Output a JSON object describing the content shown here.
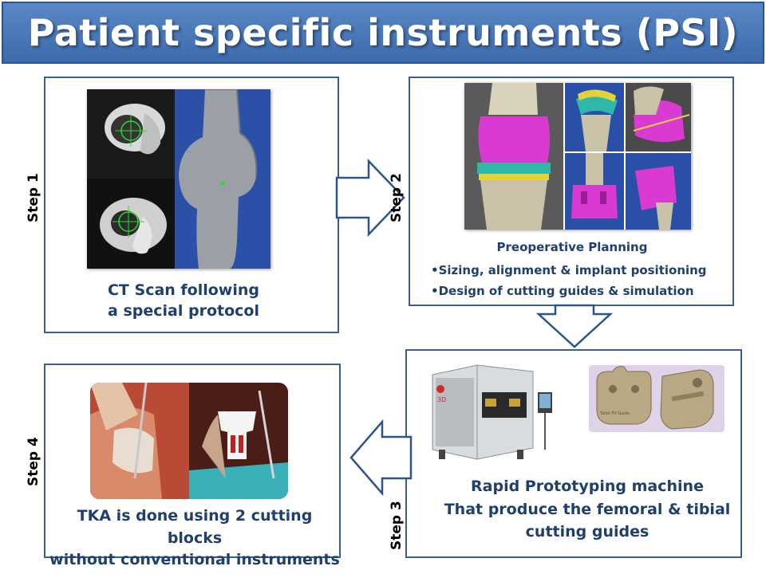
{
  "title": "Patient specific instruments (PSI)",
  "steps": [
    {
      "label": "Step 1",
      "caption_lines": [
        "CT Scan following",
        "a special protocol"
      ]
    },
    {
      "label": "Step 2",
      "heading": "Preoperative Planning",
      "bullets": [
        "•Sizing, alignment & implant positioning",
        "•Design of cutting guides & simulation"
      ]
    },
    {
      "label": "Step 3",
      "caption_lines": [
        "Rapid Prototyping machine",
        "That produce the femoral & tibial",
        "cutting guides"
      ]
    },
    {
      "label": "Step 4",
      "caption_lines": [
        "TKA is done using 2 cutting blocks",
        "without conventional instruments"
      ]
    }
  ],
  "machine_badge": "3D",
  "guide_engraving": "Tailor Fit Guide",
  "colors": {
    "title_bg": "#3b6aad",
    "panel_border": "#3a5f8f",
    "caption": "#1f3f6f",
    "arrow_border": "#2c5590"
  }
}
